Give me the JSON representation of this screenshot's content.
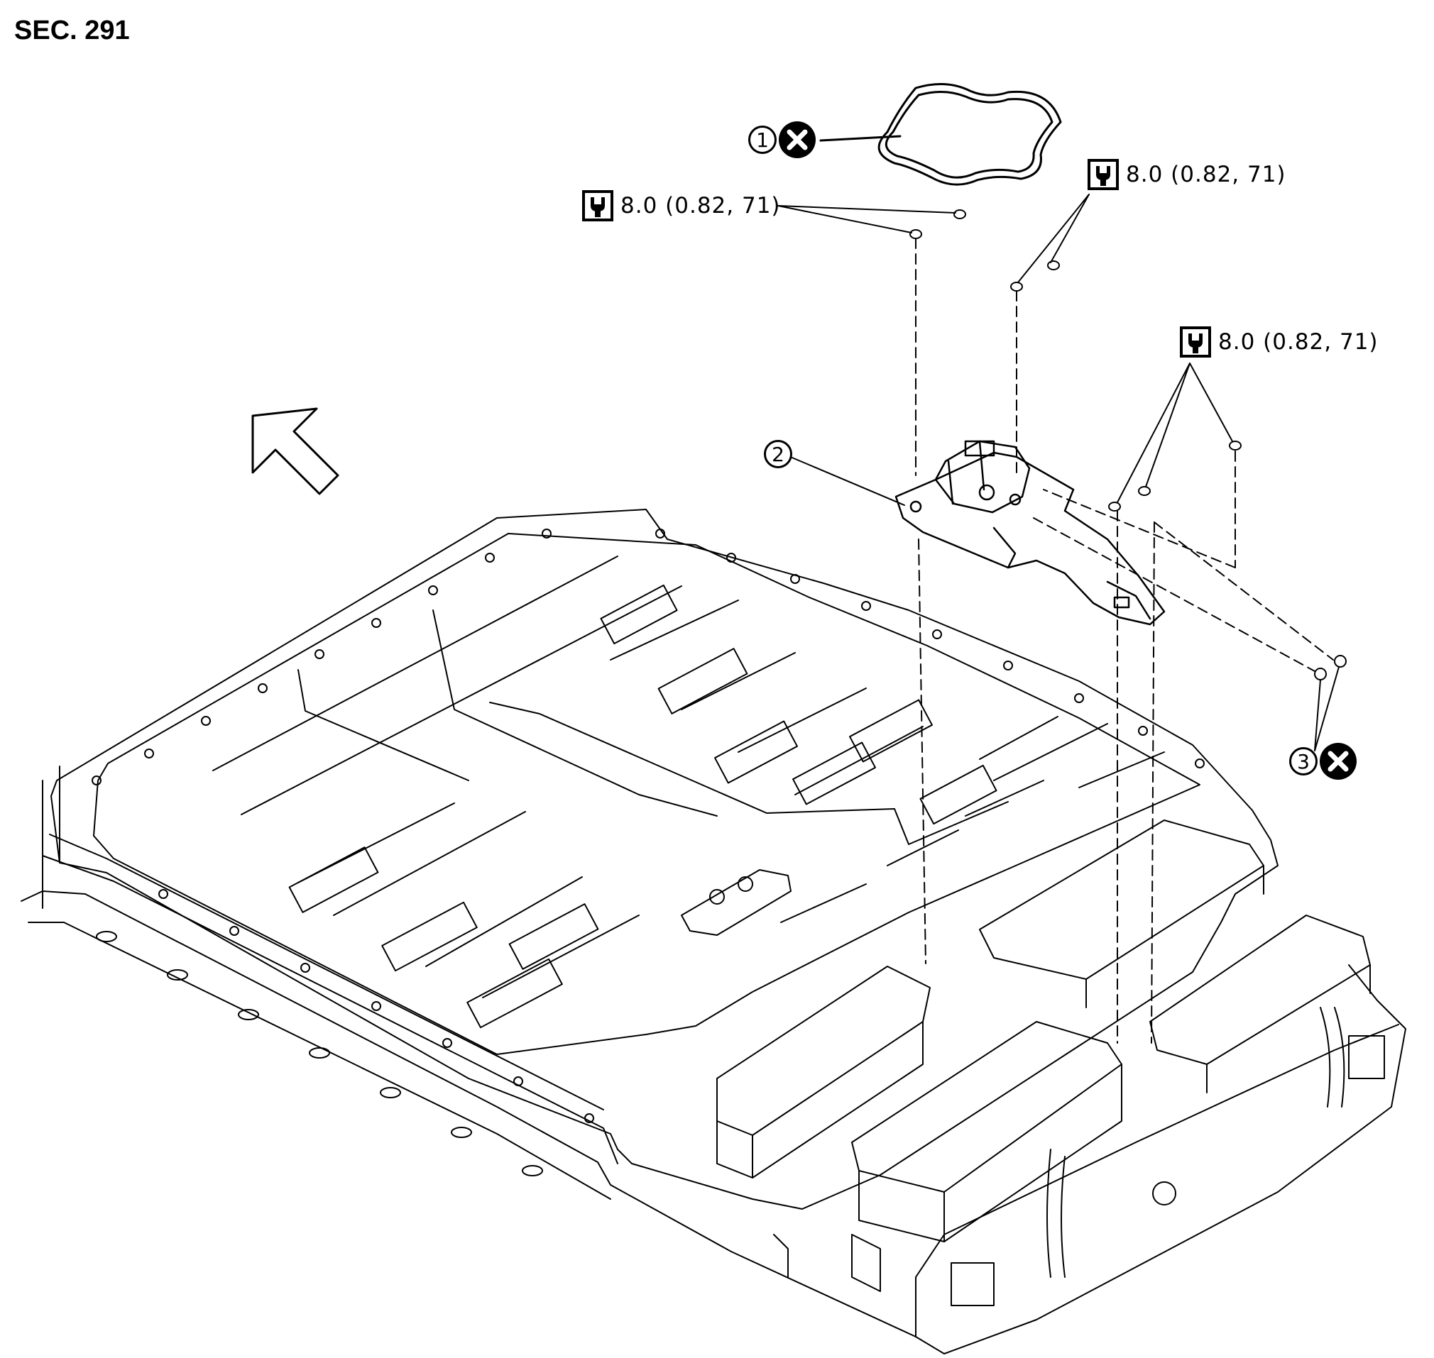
{
  "header": {
    "section": "SEC. 291"
  },
  "torque": {
    "spec_1": "8.0 (0.82, 71)",
    "spec_2": "8.0 (0.82, 71)",
    "spec_3": "8.0 (0.82, 71)",
    "icon": "tightening-torque-wrench-icon"
  },
  "callouts": {
    "part_1": "1",
    "part_2": "2",
    "part_3": "3",
    "no_reuse_icon": "do-not-reuse-x-icon"
  },
  "colors": {
    "line": "#000000",
    "background": "#ffffff"
  }
}
